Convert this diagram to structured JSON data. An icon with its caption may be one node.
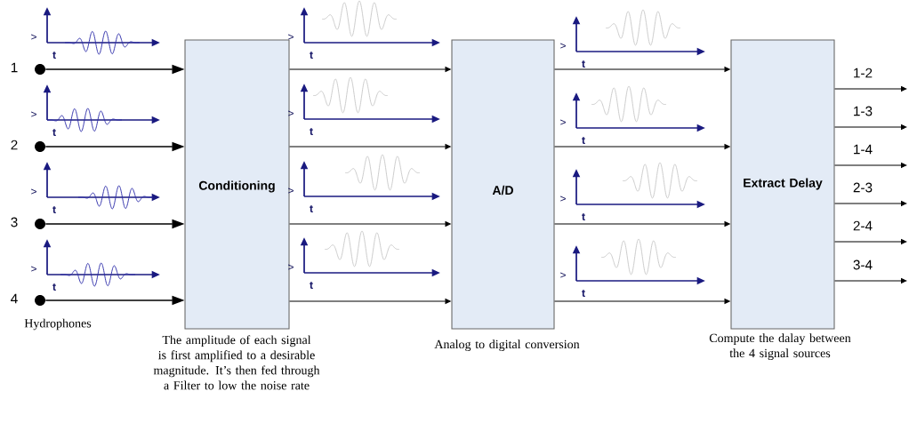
{
  "diagram": {
    "nodes": [
      {
        "text": [],
        "shape": "circle",
        "beside": [
          "1"
        ]
      },
      {
        "text": [],
        "shape": "circle",
        "beside": [
          "2"
        ]
      },
      {
        "text": [],
        "shape": "circle",
        "beside": [
          "3"
        ]
      },
      {
        "text": [],
        "shape": "circle",
        "beside": [
          "4"
        ]
      },
      {
        "text": [
          "Conditioning"
        ],
        "beside": [
          "The amplitude of each signal is first amplified to a desirable magnitude. It’s then fed through a Filter to low the noise rate"
        ]
      },
      {
        "text": [
          "A/D"
        ],
        "beside": [
          "Analog to digital conversion"
        ]
      },
      {
        "text": [
          "Extract Delay"
        ],
        "beside": [
          "Compute the dalay between the 4 signal sources"
        ]
      }
    ],
    "edges": [
      {
        "from": 0,
        "to": 4,
        "arrow": "to"
      },
      {
        "from": 1,
        "to": 4,
        "arrow": "to"
      },
      {
        "from": 2,
        "to": 4,
        "arrow": "to"
      },
      {
        "from": 3,
        "to": 4,
        "arrow": "to"
      },
      {
        "from": 4,
        "to": 5,
        "arrow": "to"
      },
      {
        "from": 4,
        "to": 5,
        "arrow": "to"
      },
      {
        "from": 4,
        "to": 5,
        "arrow": "to"
      },
      {
        "from": 4,
        "to": 5,
        "arrow": "to"
      },
      {
        "from": 5,
        "to": 6,
        "arrow": "to"
      },
      {
        "from": 5,
        "to": 6,
        "arrow": "to"
      },
      {
        "from": 5,
        "to": 6,
        "arrow": "to"
      },
      {
        "from": 5,
        "to": 6,
        "arrow": "to"
      },
      {
        "from": 6,
        "to": null,
        "arrow": "to",
        "label": "1-2"
      },
      {
        "from": 6,
        "to": null,
        "arrow": "to",
        "label": "1-3"
      },
      {
        "from": 6,
        "to": null,
        "arrow": "to",
        "label": "1-4"
      },
      {
        "from": 6,
        "to": null,
        "arrow": "to",
        "label": "2-3"
      },
      {
        "from": 6,
        "to": null,
        "arrow": "to",
        "label": "2-4"
      },
      {
        "from": 6,
        "to": null,
        "arrow": "to",
        "label": "3-4"
      }
    ],
    "labels": [
      "Hydrophones",
      ">",
      "t",
      ">",
      "t",
      ">",
      "t",
      ">",
      "t",
      ">",
      "t",
      ">",
      "t",
      ">",
      "t",
      ">",
      "t",
      ">",
      "t",
      ">",
      "t",
      ">",
      "t",
      ">",
      "t"
    ]
  }
}
